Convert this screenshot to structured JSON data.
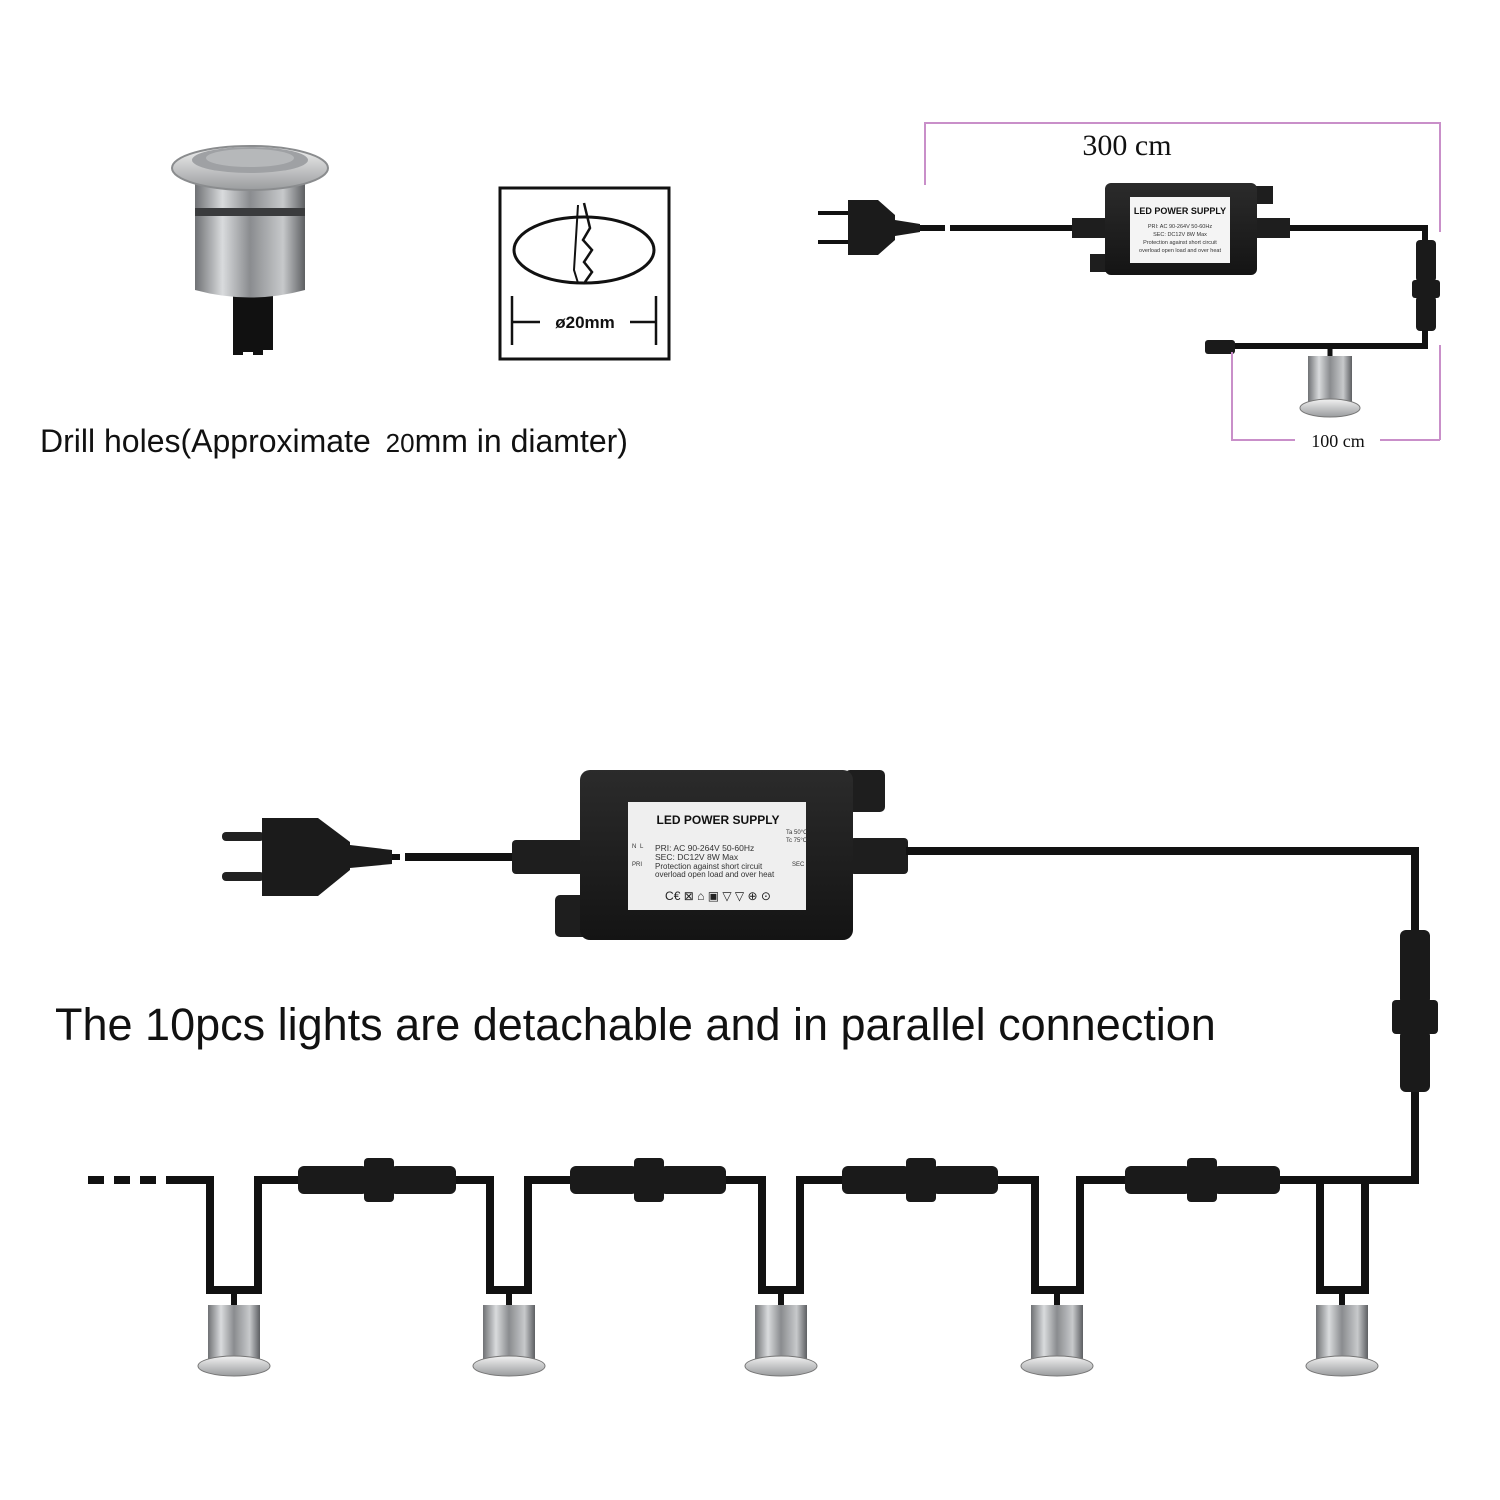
{
  "top_left": {
    "drill_caption_prefix": "Drill holes(Approximate ",
    "drill_caption_number": "20",
    "drill_caption_suffix": "mm in diamter)",
    "hole_diagram_label": "ø20mm"
  },
  "top_right": {
    "cable_length_label": "300 cm",
    "light_cable_length_label": "100 cm",
    "psu_title": "LED POWER SUPPLY",
    "psu_line1": "PRI: AC 90-264V  50-60Hz",
    "psu_line2": "SEC: DC12V      8W Max",
    "psu_line3": "Protection against short circuit",
    "psu_line4": "overload open load and over heat",
    "dimension_color": "#c98fc9"
  },
  "bottom": {
    "psu_title": "LED POWER SUPPLY",
    "psu_line1": "PRI: AC 90-264V  50-60Hz",
    "psu_line2": "SEC: DC12V      8W Max",
    "psu_line3": "Protection against short circuit",
    "psu_line4": "overload open load and over heat",
    "psu_side_ta": "Ta 50°C",
    "psu_side_tc": "Tc 75°C",
    "psu_side_pri": "PRI",
    "psu_side_n": "N",
    "psu_side_l": "L",
    "psu_side_sec": "SEC",
    "psu_cert_icons": "C€ ⊠ ⌂ ▣ ▽ ▽ ⊕ ⊙",
    "connection_caption": "The 10pcs lights are detachable and in parallel connection",
    "light_count_shown": 5
  },
  "icons": {
    "plug": "eu-plug-icon",
    "psu": "power-supply-icon",
    "connector": "waterproof-connector-icon",
    "light": "deck-light-icon",
    "hole": "drill-hole-icon"
  }
}
